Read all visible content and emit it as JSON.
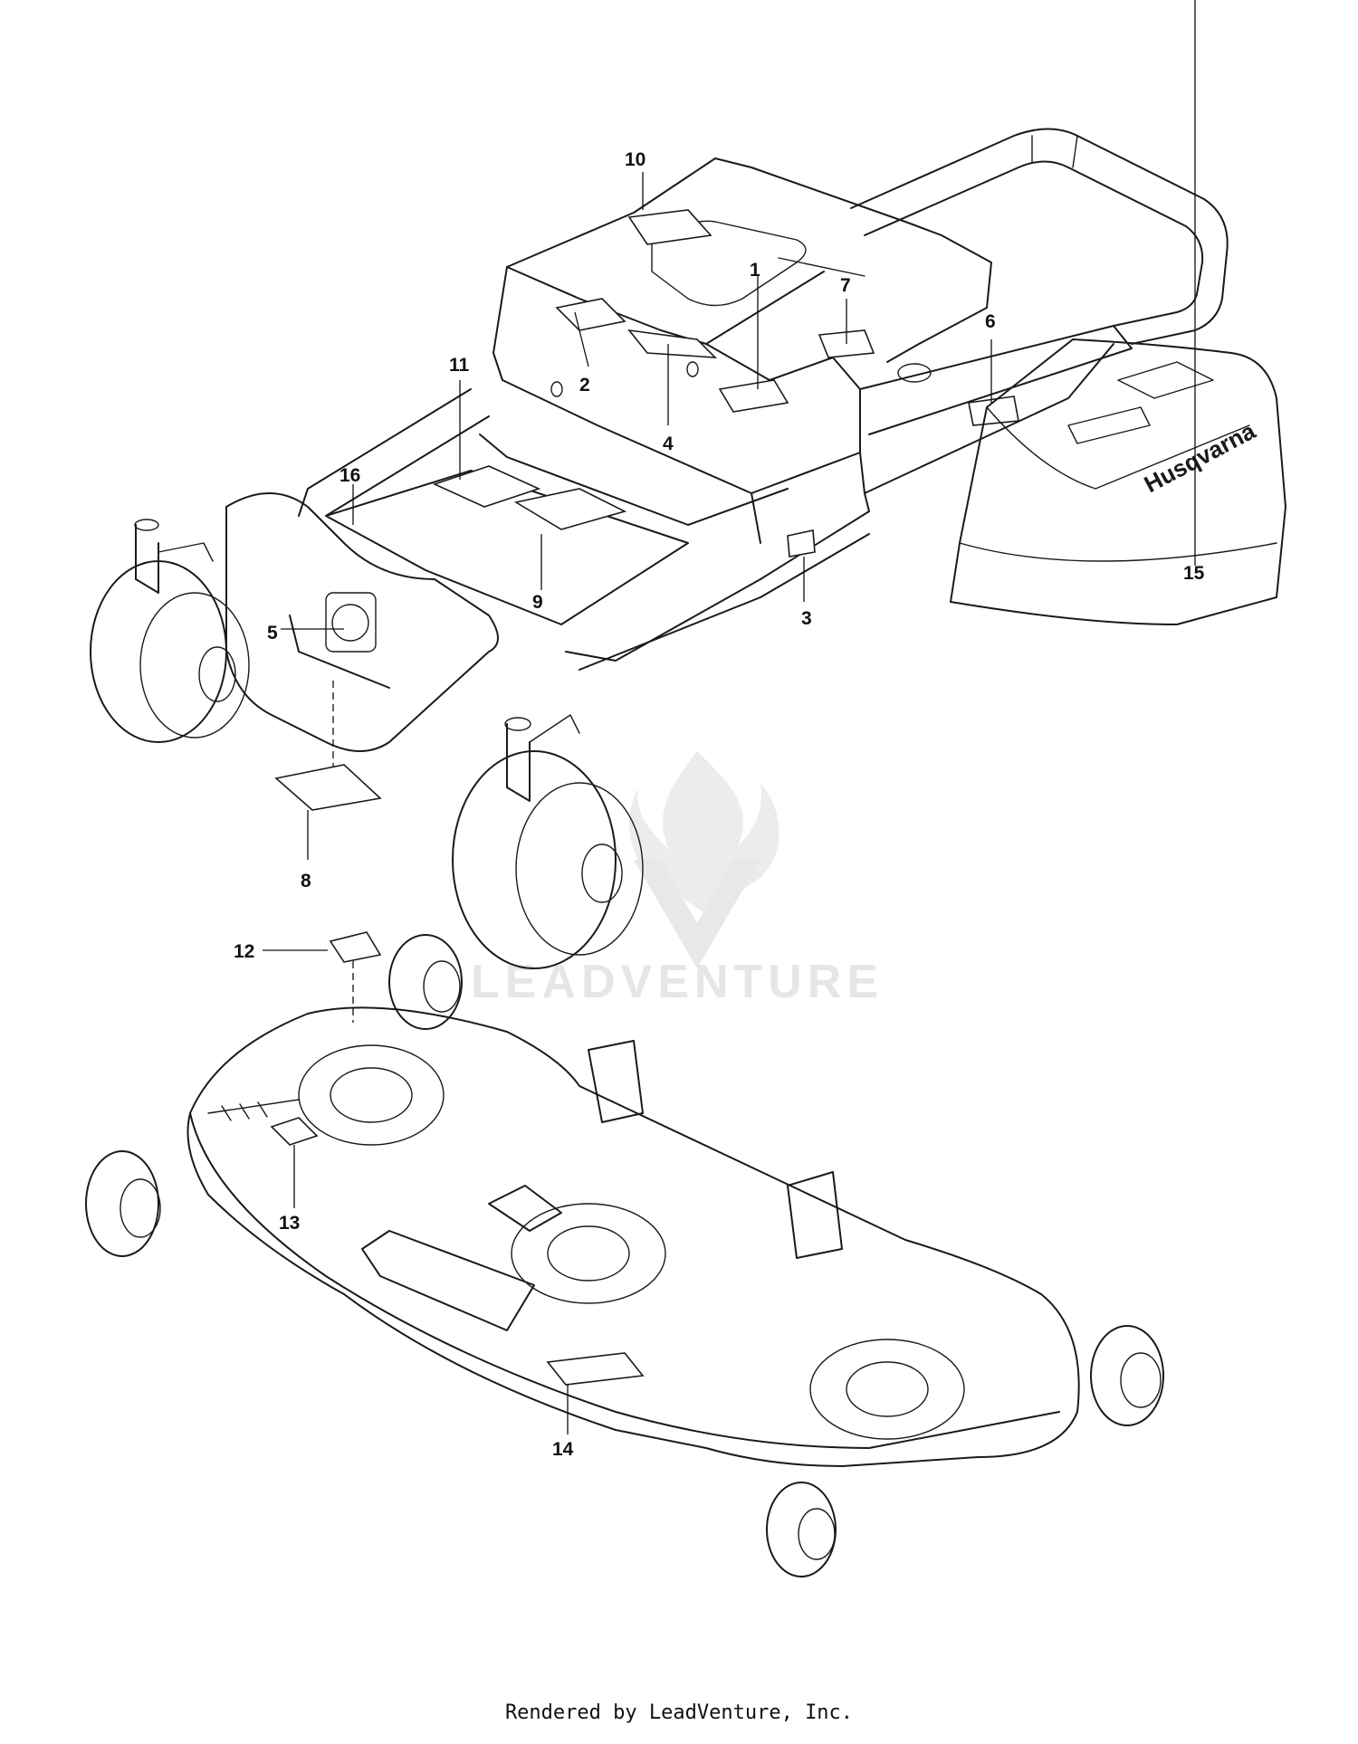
{
  "callouts": [
    "1",
    "2",
    "3",
    "4",
    "5",
    "6",
    "7",
    "8",
    "9",
    "10",
    "11",
    "12",
    "13",
    "14",
    "15",
    "16"
  ],
  "brand_text": "Husqvarna",
  "watermark_text": "LEADVENTURE",
  "footer": "Rendered by LeadVenture, Inc.",
  "colors": {
    "line": "#1a1a1a",
    "watermark": "#e6e6e6",
    "background": "#ffffff"
  }
}
